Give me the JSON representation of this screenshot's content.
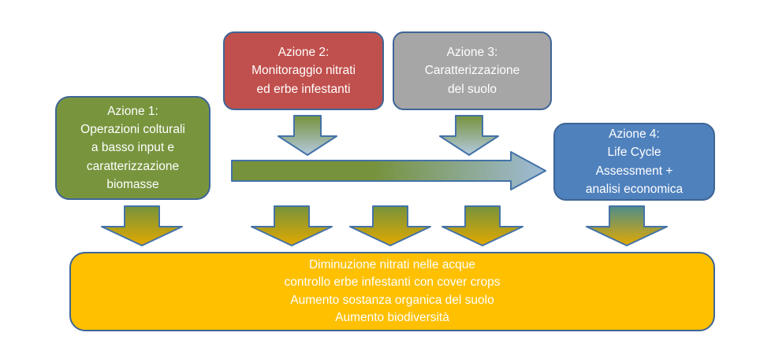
{
  "colors": {
    "box-green": "#78953E",
    "box-red": "#C0504D",
    "box-gray": "#A6A6A6",
    "box-blue": "#4F81BD",
    "box-gold": "#FFC000",
    "box-border": "#3E6596",
    "arrow-border": "#4472A8",
    "arrow-green": "#76923C",
    "arrow-lightblue": "#B4CADF",
    "arrow-blue": "#9FBBD8",
    "arrow-gold": "#E2A900",
    "arrow-teal": "#4F8D88",
    "text": "#FFFFFF"
  },
  "icons": {
    "down_arrow": "block-down-arrow",
    "right_arrow": "block-right-arrow"
  },
  "boxes": {
    "azione1": {
      "label": "Azione 1:\nOperazioni colturali\na basso input e\ncaratterizzazione\nbiomasse"
    },
    "azione2": {
      "label": "Azione 2:\nMonitoraggio nitrati\ned erbe infestanti"
    },
    "azione3": {
      "label": "Azione 3:\nCaratterizzazione\ndel suolo"
    },
    "azione4": {
      "label": "Azione 4:\nLife Cycle\nAssessment +\nanalisi economica"
    },
    "outcomes": {
      "label": "Diminuzione nitrati nelle acque\ncontrollo erbe infestanti con cover crops\nAumento sostanza organica del suolo\nAumento biodiversità"
    }
  }
}
